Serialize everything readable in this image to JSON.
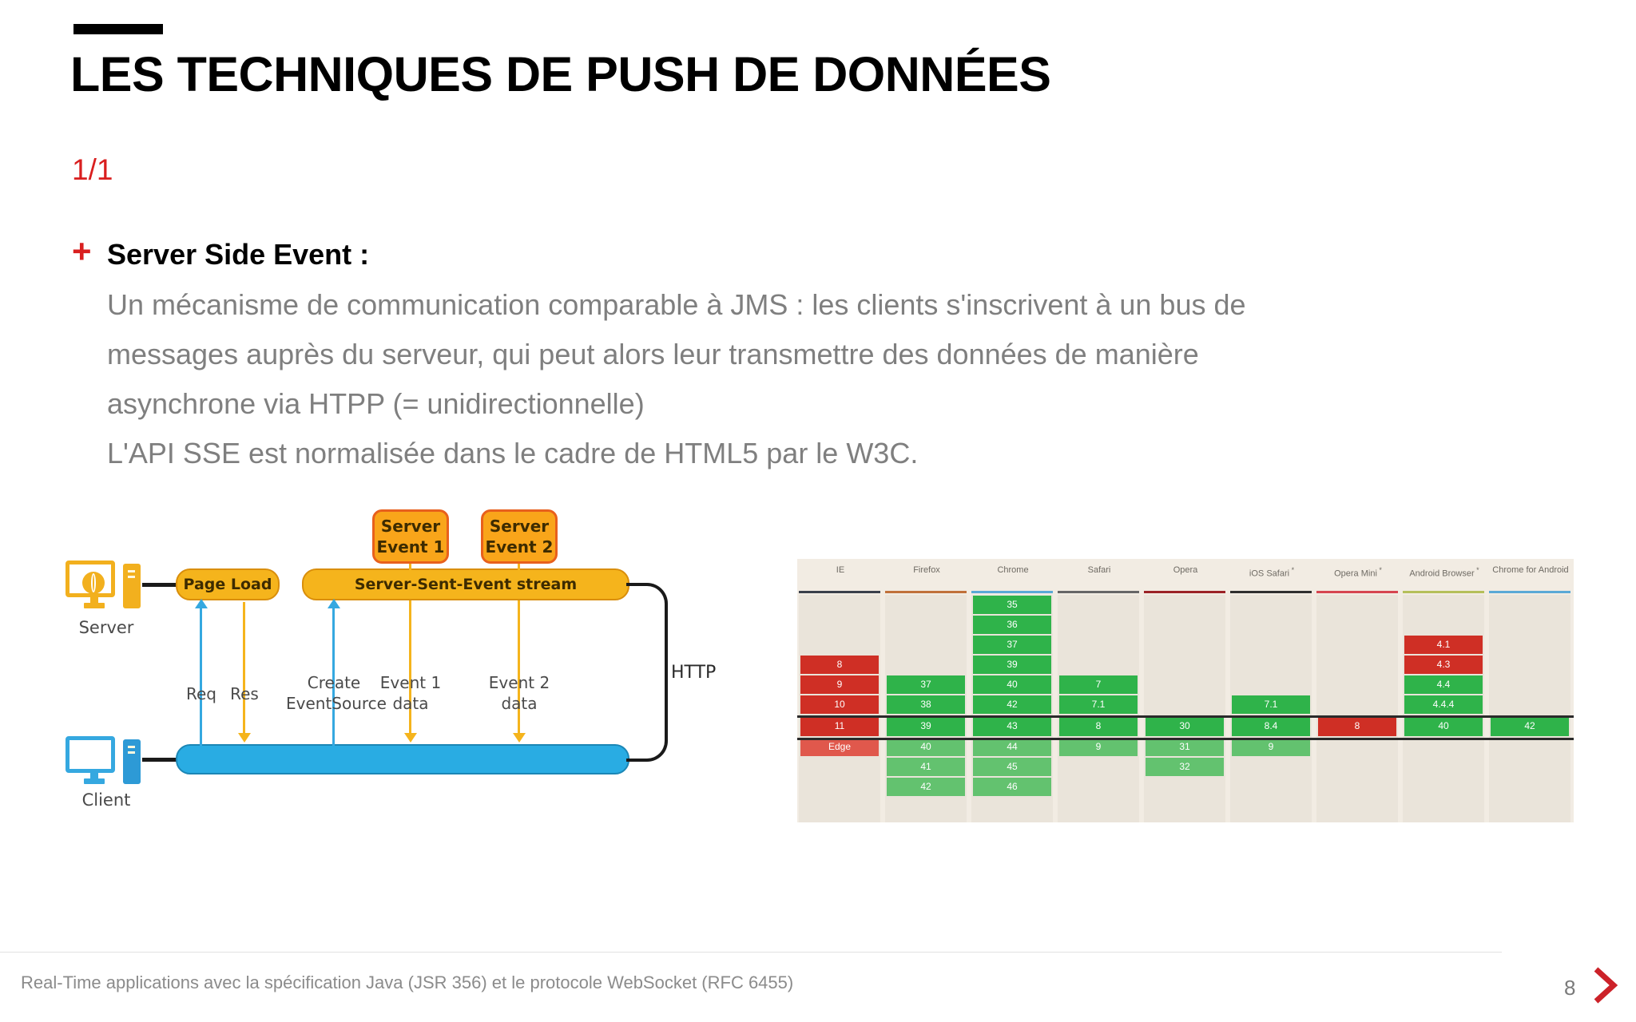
{
  "header": {
    "title": "LES TECHNIQUES DE PUSH DE DONNÉES",
    "subtitle": "1/1",
    "accent_color": "#d91f1f",
    "rule_color": "#000000"
  },
  "bullet": {
    "marker": "+",
    "heading": "Server Side Event :",
    "lines": [
      "Un mécanisme de communication comparable à JMS : les clients s'inscrivent à un bus de",
      "messages auprès du serveur, qui peut alors leur transmettre des données de manière",
      "asynchrone via HTPP (= unidirectionnelle)",
      "L'API SSE est normalisée dans le cadre de HTML5 par le W3C."
    ]
  },
  "diagram": {
    "server_label": "Server",
    "client_label": "Client",
    "page_load": "Page Load",
    "stream": "Server-Sent-Event stream",
    "event_boxes": [
      {
        "line1": "Server",
        "line2": "Event 1"
      },
      {
        "line1": "Server",
        "line2": "Event 2"
      }
    ],
    "captions": [
      {
        "text": "Req",
        "dir": "up"
      },
      {
        "text": "Res",
        "dir": "down"
      },
      {
        "text": "Create EventSource",
        "dir": "up"
      },
      {
        "text": "Event 1 data",
        "dir": "down"
      },
      {
        "text": "Event 2 data",
        "dir": "down"
      }
    ],
    "protocol_label": "HTTP",
    "colors": {
      "amber": "#f5b41c",
      "blue": "#29ace3",
      "orange": "#f9a51a"
    }
  },
  "caniuse": {
    "columns": [
      {
        "name": "IE",
        "star": false,
        "rule_color": "#3a3f4a",
        "above": [
          {
            "v": "8",
            "s": "r"
          },
          {
            "v": "9",
            "s": "r"
          },
          {
            "v": "10",
            "s": "r"
          }
        ],
        "current": {
          "v": "11",
          "s": "r"
        },
        "below": [
          {
            "v": "Edge",
            "s": "r2"
          }
        ]
      },
      {
        "name": "Firefox",
        "star": false,
        "rule_color": "#c0703a",
        "above": [
          {
            "v": "37",
            "s": "g"
          },
          {
            "v": "38",
            "s": "g"
          }
        ],
        "current": {
          "v": "39",
          "s": "g"
        },
        "below": [
          {
            "v": "40",
            "s": "g2"
          },
          {
            "v": "41",
            "s": "g2"
          },
          {
            "v": "42",
            "s": "g2"
          }
        ]
      },
      {
        "name": "Chrome",
        "star": false,
        "rule_color": "#5aa9d6",
        "above": [
          {
            "v": "35",
            "s": "g"
          },
          {
            "v": "36",
            "s": "g"
          },
          {
            "v": "37",
            "s": "g"
          },
          {
            "v": "39",
            "s": "g"
          },
          {
            "v": "40",
            "s": "g"
          },
          {
            "v": "42",
            "s": "g"
          }
        ],
        "current": {
          "v": "43",
          "s": "g"
        },
        "below": [
          {
            "v": "44",
            "s": "g2"
          },
          {
            "v": "45",
            "s": "g2"
          },
          {
            "v": "46",
            "s": "g2"
          }
        ]
      },
      {
        "name": "Safari",
        "star": false,
        "rule_color": "#666666",
        "above": [
          {
            "v": "7",
            "s": "g"
          },
          {
            "v": "7.1",
            "s": "g"
          }
        ],
        "current": {
          "v": "8",
          "s": "g"
        },
        "below": [
          {
            "v": "9",
            "s": "g2"
          }
        ]
      },
      {
        "name": "Opera",
        "star": false,
        "rule_color": "#9b2226",
        "above": [],
        "current": {
          "v": "30",
          "s": "g"
        },
        "below": [
          {
            "v": "31",
            "s": "g2"
          },
          {
            "v": "32",
            "s": "g2"
          }
        ]
      },
      {
        "name": "iOS Safari",
        "star": true,
        "rule_color": "#2f2f2f",
        "above": [
          {
            "v": "7.1",
            "s": "g"
          }
        ],
        "current": {
          "v": "8.4",
          "s": "g"
        },
        "below": [
          {
            "v": "9",
            "s": "g2"
          }
        ]
      },
      {
        "name": "Opera Mini",
        "star": true,
        "rule_color": "#d64550",
        "above": [],
        "current": {
          "v": "8",
          "s": "r"
        },
        "below": []
      },
      {
        "name": "Android Browser",
        "star": true,
        "rule_color": "#b5bf5a",
        "above": [
          {
            "v": "4.1",
            "s": "r"
          },
          {
            "v": "4.3",
            "s": "r"
          },
          {
            "v": "4.4",
            "s": "g"
          },
          {
            "v": "4.4.4",
            "s": "g"
          }
        ],
        "current": {
          "v": "40",
          "s": "g"
        },
        "below": []
      },
      {
        "name": "Chrome for Android",
        "star": false,
        "rule_color": "#5aa9d6",
        "above": [],
        "current": {
          "v": "42",
          "s": "g"
        },
        "below": []
      }
    ],
    "legend_colors": {
      "supported": "#2fb34a",
      "not_supported": "#cf2f25",
      "partial": "#e0584c"
    }
  },
  "footer": {
    "text": "Real-Time applications avec la spécification Java (JSR 356) et le protocole WebSocket (RFC 6455)",
    "page_number": "8",
    "chevron_color": "#cc2229"
  }
}
